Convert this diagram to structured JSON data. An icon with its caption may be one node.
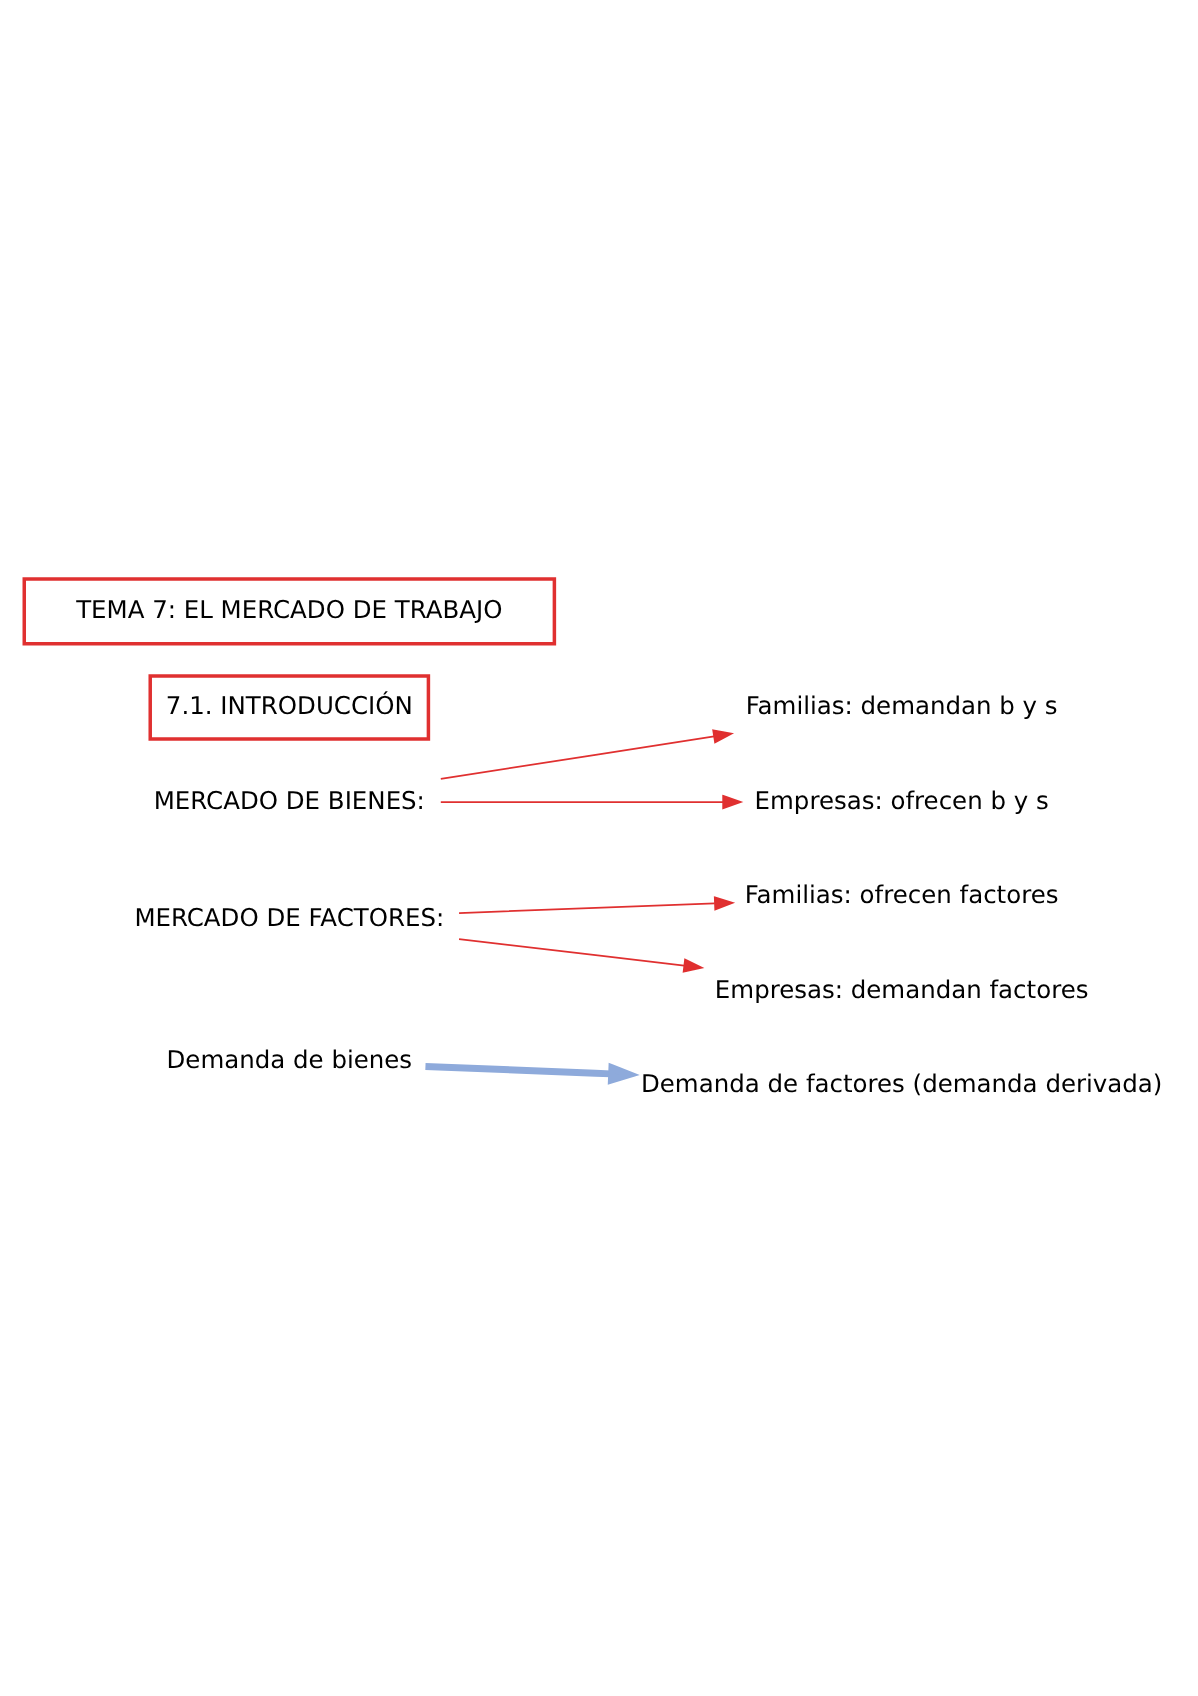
{
  "diagram": {
    "nodes": [
      {
        "text": [
          "TEMA 7: EL MERCADO DE TRABAJO"
        ]
      },
      {
        "text": [
          "7.1. INTRODUCCIÓN"
        ]
      },
      {
        "text": [
          "MERCADO DE BIENES:"
        ]
      },
      {
        "text": [
          "Familias: demandan b y s"
        ]
      },
      {
        "text": [
          "Empresas: ofrecen b y s"
        ]
      },
      {
        "text": [
          "MERCADO DE FACTORES:"
        ]
      },
      {
        "text": [
          "Familias: ofrecen factores"
        ]
      },
      {
        "text": [
          "Empresas: demandan factores"
        ]
      },
      {
        "text": [
          "Demanda de bienes"
        ]
      },
      {
        "text": [
          "Demanda de factores (demanda derivada)"
        ]
      }
    ],
    "edges": [
      {
        "from": 2,
        "to": 3,
        "arrow": "to"
      },
      {
        "from": 2,
        "to": 4,
        "arrow": "to"
      },
      {
        "from": 5,
        "to": 6,
        "arrow": "to"
      },
      {
        "from": 5,
        "to": 7,
        "arrow": "to"
      },
      {
        "from": 8,
        "to": 9,
        "arrow": "to",
        "style": "thick",
        "color": "#8eaadb"
      }
    ]
  }
}
